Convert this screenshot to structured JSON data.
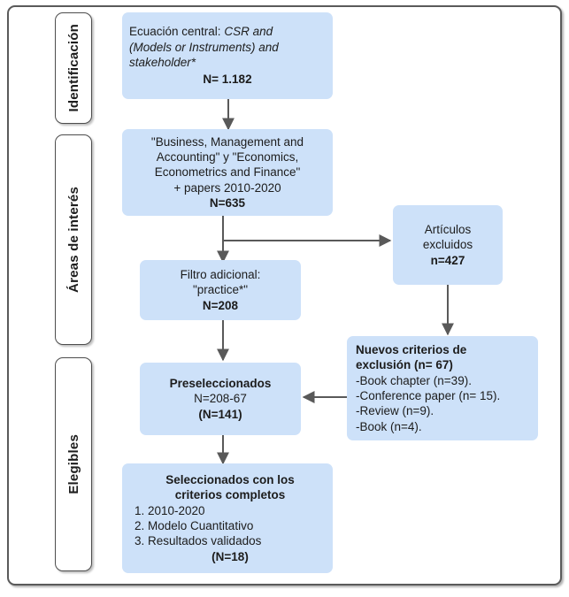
{
  "diagram": {
    "title": "PRISMA flow diagram",
    "box_fill": "#cde1f9",
    "line_color": "#595959",
    "frame_color": "#5a5a5a"
  },
  "stages": [
    {
      "id": "identificacion",
      "label": "Identificación"
    },
    {
      "id": "areas-de-interes",
      "label": "Áreas de interés"
    },
    {
      "id": "elegibles",
      "label": "Elegibles"
    }
  ],
  "nodes": {
    "ecuacion_central": {
      "line1_prefix": "Ecuación central:",
      "line1_italic": "CSR and",
      "line2_italic": "(Models or Instruments) and",
      "line3_italic": "stakeholder*",
      "count": "N= 1.182"
    },
    "areas_interes": {
      "line1": "\"Business, Management and",
      "line2": "Accounting\" y \"Economics,",
      "line3": "Econometrics and Finance\"",
      "line4": "+ papers 2010-2020",
      "count": "N=635"
    },
    "filtro_adicional": {
      "line1": "Filtro adicional:",
      "line2": "\"practice*\"",
      "count": "N=208"
    },
    "articulos_excluidos": {
      "line1": "Artículos",
      "line2": "excluidos",
      "count": "n=427"
    },
    "nuevos_criterios": {
      "title1": "Nuevos criterios de",
      "title2": "exclusión (n= 67)",
      "item1": "-Book chapter (n=39).",
      "item2": "-Conference paper (n= 15).",
      "item3": "-Review (n=9).",
      "item4": "-Book (n=4)."
    },
    "preseleccionados": {
      "title": "Preseleccionados",
      "calc": "N=208-67",
      "count": "(N=141)"
    },
    "seleccionados": {
      "title1": "Seleccionados con los",
      "title2": "criterios completos",
      "item1": "1. 2010-2020",
      "item2": "2. Modelo Cuantitativo",
      "item3": "3. Resultados validados",
      "count": "(N=18)"
    }
  }
}
